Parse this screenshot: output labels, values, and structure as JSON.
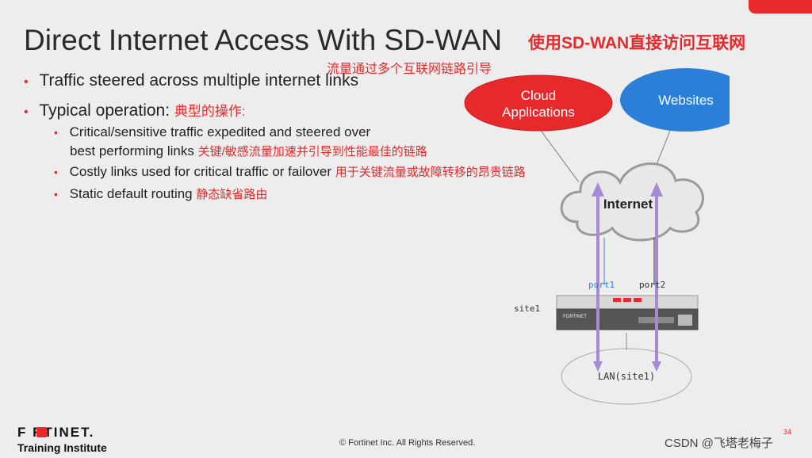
{
  "slide": {
    "title": "Direct Internet Access With SD-WAN",
    "title_cn": "使用SD-WAN直接访问互联网",
    "bullet1": "Traffic steered across multiple internet links",
    "bullet1_cn": "流量通过多个互联网链路引导",
    "bullet2": "Typical operation:",
    "bullet2_cn": "典型的操作:",
    "sub1_line1": "Critical/sensitive traffic expedited and steered over",
    "sub1_line2": "best performing links",
    "sub1_cn": "关键/敏感流量加速并引导到性能最佳的链路",
    "sub2": "Costly links used for critical traffic or failover",
    "sub2_cn": "用于关键流量或故障转移的昂贵链路",
    "sub3": "Static default routing",
    "sub3_cn": "静态缺省路由",
    "bullet_symbol": "•"
  },
  "diagram": {
    "cloud_apps": "Cloud\nApplications",
    "cloud_apps_l1": "Cloud",
    "cloud_apps_l2": "Applications",
    "websites": "Websites",
    "internet": "Internet",
    "port1": "port1",
    "port2": "port2",
    "site": "site1",
    "lan": "LAN(site1)",
    "device_brand": "FORTINET"
  },
  "footer": {
    "logo": "F  RTINET.",
    "logo_sub": "Training Institute",
    "copyright": "© Fortinet Inc. All Rights Reserved.",
    "watermark": "CSDN @飞塔老梅子",
    "page": "34"
  },
  "colors": {
    "accent": "#e8292b",
    "blue": "#2c7fd9",
    "arrow": "#a58bd6"
  }
}
